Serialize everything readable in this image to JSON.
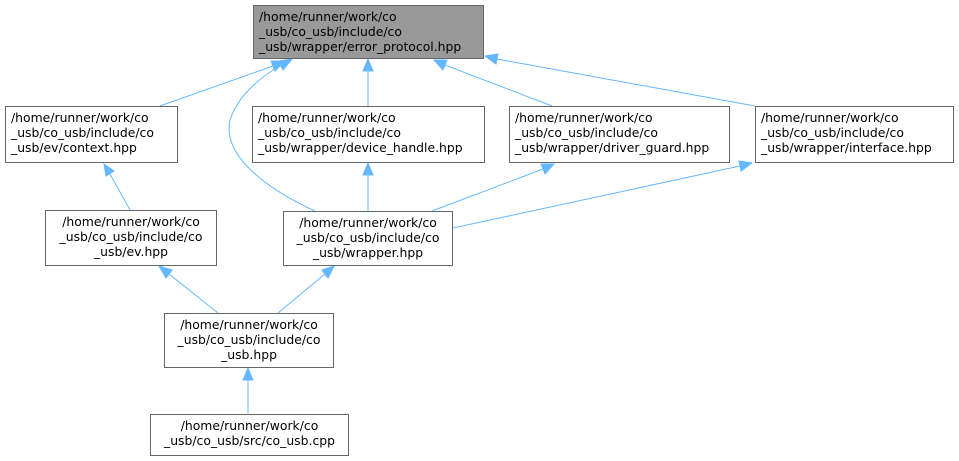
{
  "graph": {
    "edge_color": "#63b8ff",
    "node_border_color": "#666666",
    "root_fill_color": "#999999",
    "nodes": {
      "error_protocol": {
        "lines": [
          "/home/runner/work/co",
          "_usb/co_usb/include/co",
          "_usb/wrapper/error_protocol.hpp"
        ]
      },
      "ev_context": {
        "lines": [
          "/home/runner/work/co",
          "_usb/co_usb/include/co",
          "_usb/ev/context.hpp"
        ]
      },
      "device_handle": {
        "lines": [
          "/home/runner/work/co",
          "_usb/co_usb/include/co",
          "_usb/wrapper/device_handle.hpp"
        ]
      },
      "driver_guard": {
        "lines": [
          "/home/runner/work/co",
          "_usb/co_usb/include/co",
          "_usb/wrapper/driver_guard.hpp"
        ]
      },
      "interface": {
        "lines": [
          "/home/runner/work/co",
          "_usb/co_usb/include/co",
          "_usb/wrapper/interface.hpp"
        ]
      },
      "ev": {
        "lines": [
          "/home/runner/work/co",
          "_usb/co_usb/include/co",
          "_usb/ev.hpp"
        ]
      },
      "wrapper": {
        "lines": [
          "/home/runner/work/co",
          "_usb/co_usb/include/co",
          "_usb/wrapper.hpp"
        ]
      },
      "co_usb_hpp": {
        "lines": [
          "/home/runner/work/co",
          "_usb/co_usb/include/co",
          "_usb.hpp"
        ]
      },
      "co_usb_cpp": {
        "lines": [
          "/home/runner/work/co",
          "_usb/co_usb/src/co_usb.cpp"
        ]
      }
    },
    "edges": [
      {
        "from": "ev_context",
        "to": "error_protocol"
      },
      {
        "from": "wrapper",
        "to": "error_protocol"
      },
      {
        "from": "device_handle",
        "to": "error_protocol"
      },
      {
        "from": "driver_guard",
        "to": "error_protocol"
      },
      {
        "from": "interface",
        "to": "error_protocol"
      },
      {
        "from": "ev",
        "to": "ev_context"
      },
      {
        "from": "wrapper",
        "to": "device_handle"
      },
      {
        "from": "wrapper",
        "to": "driver_guard"
      },
      {
        "from": "wrapper",
        "to": "interface"
      },
      {
        "from": "co_usb_hpp",
        "to": "ev"
      },
      {
        "from": "co_usb_hpp",
        "to": "wrapper"
      },
      {
        "from": "co_usb_cpp",
        "to": "co_usb_hpp"
      }
    ]
  }
}
